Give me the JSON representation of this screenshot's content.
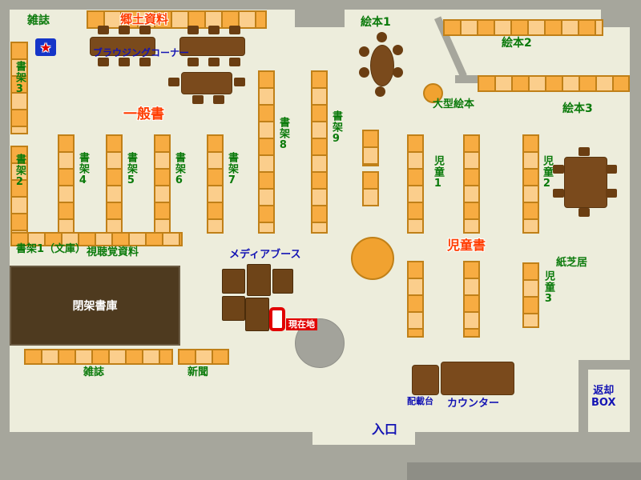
{
  "colors": {
    "floor": "#EDEDDC",
    "wall": "#A6A69C",
    "shelf_orange": "#F7AC42",
    "shelf_light": "#FBCE8C",
    "shelf_border": "#C08018",
    "table_brown": "#7A4A1C",
    "booth_brown": "#6E4418",
    "closed_stacks_brown": "#4E3A1F",
    "label_green": "#0B7A0B",
    "label_blue": "#1414B4",
    "label_red": "#FF3C00",
    "marker_red": "#E10000",
    "star_badge_blue": "#1535C8"
  },
  "labels": {
    "zasshi_top": "雑誌",
    "star_char": "★",
    "kyodo_shiryo": "郷土資料",
    "browsing_corner": "ブラウジングコーナー",
    "shoka3": "書架3",
    "shoka2": "書架2",
    "ippansho": "一般書",
    "shoka4": "書架4",
    "shoka5": "書架5",
    "shoka6": "書架6",
    "shoka7": "書架7",
    "shoka8": "書架8",
    "shoka9": "書架9",
    "ehon1": "絵本1",
    "ehon2": "絵本2",
    "ehon3": "絵本3",
    "ogata_ehon": "大型絵本",
    "jido1": "児童1",
    "jido2": "児童2",
    "jido3": "児童3",
    "jidosho": "児童書",
    "kamishibai": "紙芝居",
    "shoka1_bunko": "書架1（文庫）",
    "shichokaku_shiryo": "視聴覚資料",
    "media_booth": "メディアブース",
    "heika_shoko": "閉架書庫",
    "genzaichi": "現在地",
    "zasshi_bottom": "雑誌",
    "shinbun": "新聞",
    "haisaidai": "配載台",
    "counter": "カウンター",
    "henkyaku_line1": "返却",
    "henkyaku_line2": "BOX",
    "iriguchi": "入口"
  }
}
